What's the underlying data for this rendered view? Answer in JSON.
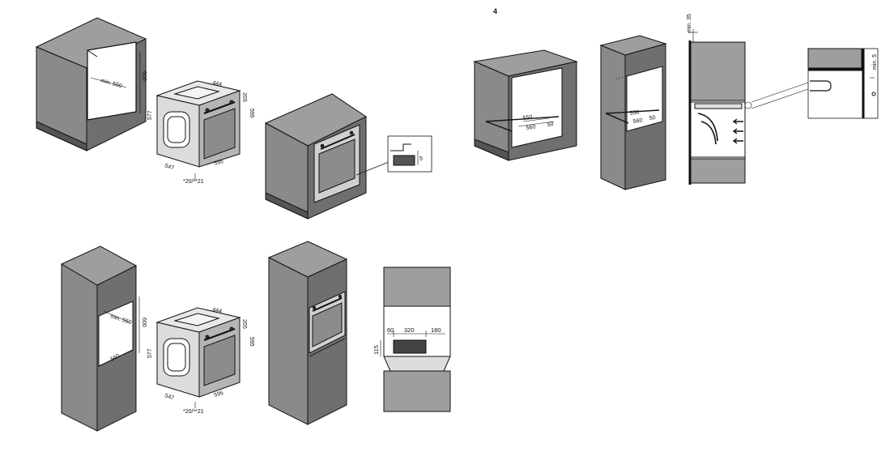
{
  "page_number": "4",
  "colors": {
    "cabinet_top": "#9e9e9e",
    "cabinet_front": "#8a8a8a",
    "cabinet_side": "#6f6f6f",
    "cabinet_dark": "#555555",
    "oven_body": "#e8e8e8",
    "oven_door": "#b5b5b5",
    "glass": "#7d7d7d",
    "line": "#111111"
  },
  "fig1": {
    "cabinet_niche_width": "min. 550",
    "cabinet_niche_height": "600",
    "oven_depth_top": "444",
    "oven_dim_a": "20",
    "oven_dim_b": "5",
    "oven_height": "577",
    "oven_total_height": "595",
    "oven_depth": "547",
    "oven_width": "595",
    "oven_front": "*20/**21"
  },
  "fig2": {
    "gap_label": "5"
  },
  "fig3": {
    "depth": "550",
    "width": "560",
    "gap": "50"
  },
  "fig4": {
    "top_gap": "min. 35",
    "depth": "550",
    "width": "560",
    "gap": "50",
    "detail_gap": "min. 5"
  },
  "fig5": {
    "cabinet_niche_width": "min. 550",
    "cabinet_niche_height": "600",
    "cabinet_lower": "560",
    "oven_depth_top": "444",
    "oven_dim_a": "20",
    "oven_dim_b": "5",
    "oven_height": "577",
    "oven_total_height": "595",
    "oven_depth": "547",
    "oven_width": "595",
    "oven_front": "*20/**21"
  },
  "fig7": {
    "left": "60",
    "middle": "320",
    "right": "180",
    "height": "115"
  }
}
